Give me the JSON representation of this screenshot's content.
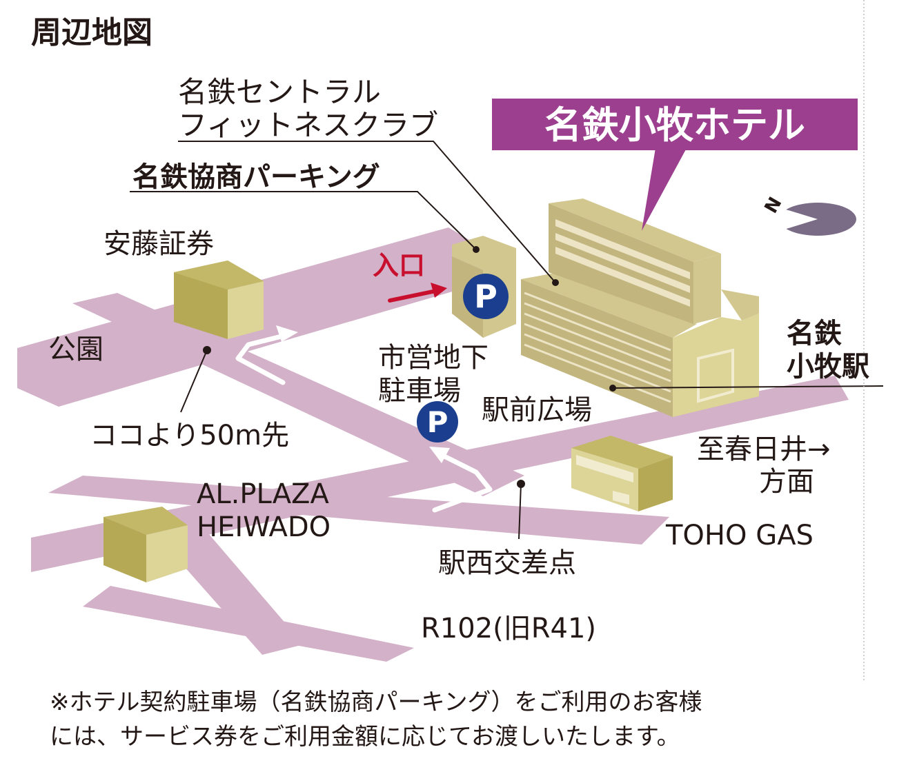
{
  "title": "周辺地図",
  "hotel": {
    "name": "名鉄小牧ホテル",
    "accent": "#9b3f8e"
  },
  "fitness": {
    "line1": "名鉄セントラル",
    "line2": "フィットネスクラブ"
  },
  "parking_kyosho": "名鉄協商パーキング",
  "entrance": "入口",
  "parking_symbol": "P",
  "securities": "安藤証券",
  "park": "公園",
  "here_note": "ココより50m先",
  "underground_parking": {
    "line1": "市営地下",
    "line2": "駐車場"
  },
  "station_plaza": "駅前広場",
  "station": {
    "line1": "名鉄",
    "line2": "小牧駅"
  },
  "kasugai": {
    "line1": "至春日井→",
    "line2": "方面"
  },
  "alplaza": {
    "line1": "AL.PLAZA",
    "line2": "HEIWADO"
  },
  "ekinishi": "駅西交差点",
  "tohogas": "TOHO GAS",
  "route": "R102(旧R41)",
  "compass": "N",
  "footnote": {
    "line1": "※ホテル契約駐車場（名鉄協商パーキング）をご利用のお客様",
    "line2": "には、サービス券をご利用金額に応じてお渡しいたします。"
  },
  "colors": {
    "road": "#d3b1c8",
    "building_top": "#c2b57e",
    "building_side": "#d3c790",
    "building_stripe": "#ece4c4",
    "cube_top": "#b5a955",
    "cube_side": "#ddd497",
    "parking_blue": "#1b3f8e",
    "arrow_red": "#c8102e",
    "compass": "#7a6c87"
  }
}
